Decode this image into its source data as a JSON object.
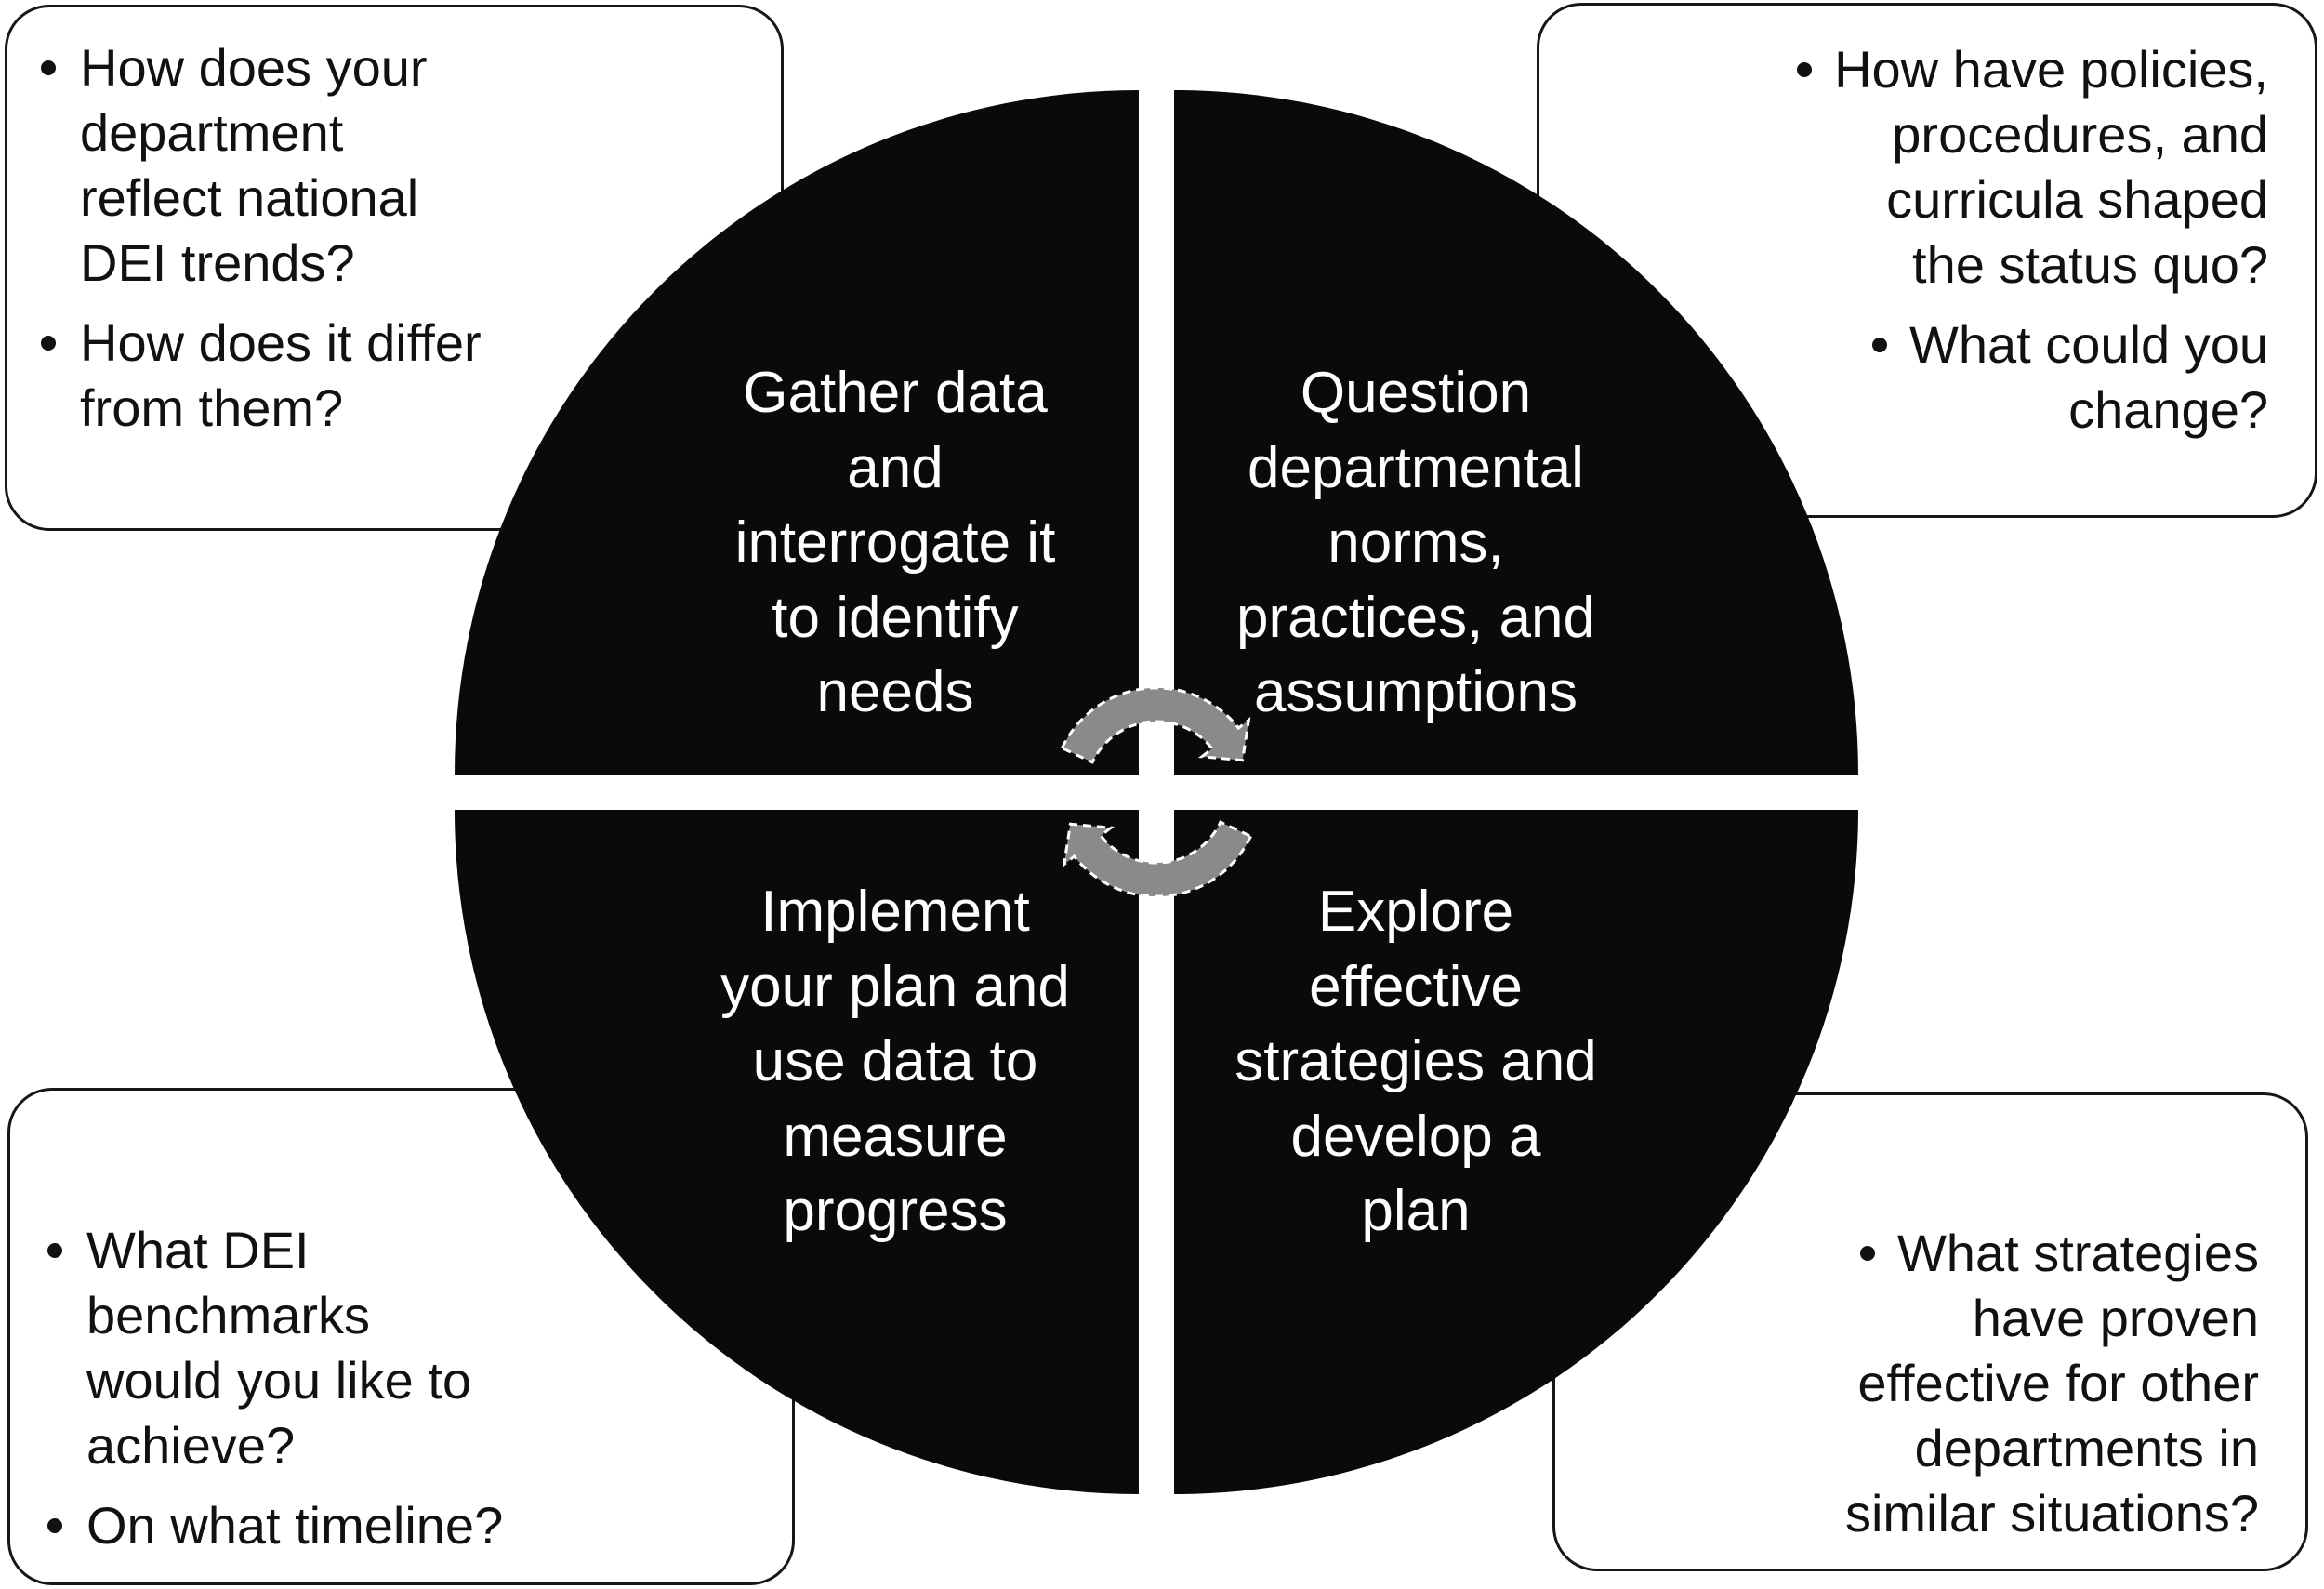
{
  "diagram": {
    "colors": {
      "circle_fill": "#0a0a0a",
      "quadrant_text": "#ffffff",
      "box_border": "#161616",
      "box_fill": "#ffffff",
      "arrow_fill": "#8a8a8a"
    },
    "center_icon": "cycle-arrows-icon",
    "quadrants": [
      {
        "id": "gather-data",
        "label": "Gather data\nand\ninterrogate it\nto identify\nneeds"
      },
      {
        "id": "question-norms",
        "label": "Question\ndepartmental\nnorms,\npractices, and\nassumptions"
      },
      {
        "id": "implement-plan",
        "label": "Implement\nyour plan and\nuse data to\nmeasure\nprogress"
      },
      {
        "id": "explore-strategies",
        "label": "Explore\neffective\nstrategies and\ndevelop a\nplan"
      }
    ],
    "callouts": {
      "top_left": {
        "items": [
          "How does your\ndepartment\nreflect national\nDEI trends?",
          "How does it differ\nfrom them?"
        ]
      },
      "top_right": {
        "items": [
          "How have policies,\nprocedures, and\ncurricula shaped\nthe status quo?",
          "What could you\nchange?"
        ]
      },
      "bottom_left": {
        "items": [
          "What DEI\nbenchmarks\nwould you like to\nachieve?",
          "On what timeline?"
        ]
      },
      "bottom_right": {
        "items": [
          "What strategies\nhave proven\neffective for other\ndepartments in\nsimilar situations?"
        ]
      }
    }
  }
}
